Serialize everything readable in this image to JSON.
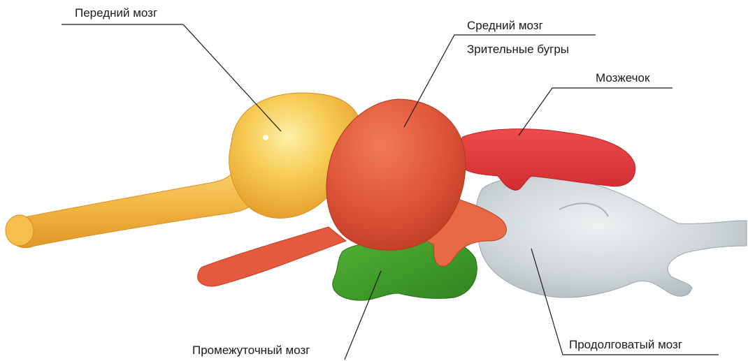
{
  "diagram": {
    "labels": {
      "forebrain": "Передний мозг",
      "midbrain": "Средний мозг",
      "optic_lobes": "Зрительные бугры",
      "cerebellum": "Мозжечок",
      "diencephalon": "Промежуточный мозг",
      "medulla": "Продолговатый мозг"
    },
    "colors": {
      "forebrain": "#f2b640",
      "midbrain": "#e0573a",
      "cerebellum": "#e53a3c",
      "diencephalon": "#3f9a2a",
      "medulla": "#c7cfd3",
      "leader_line": "#1a1a1a"
    }
  }
}
